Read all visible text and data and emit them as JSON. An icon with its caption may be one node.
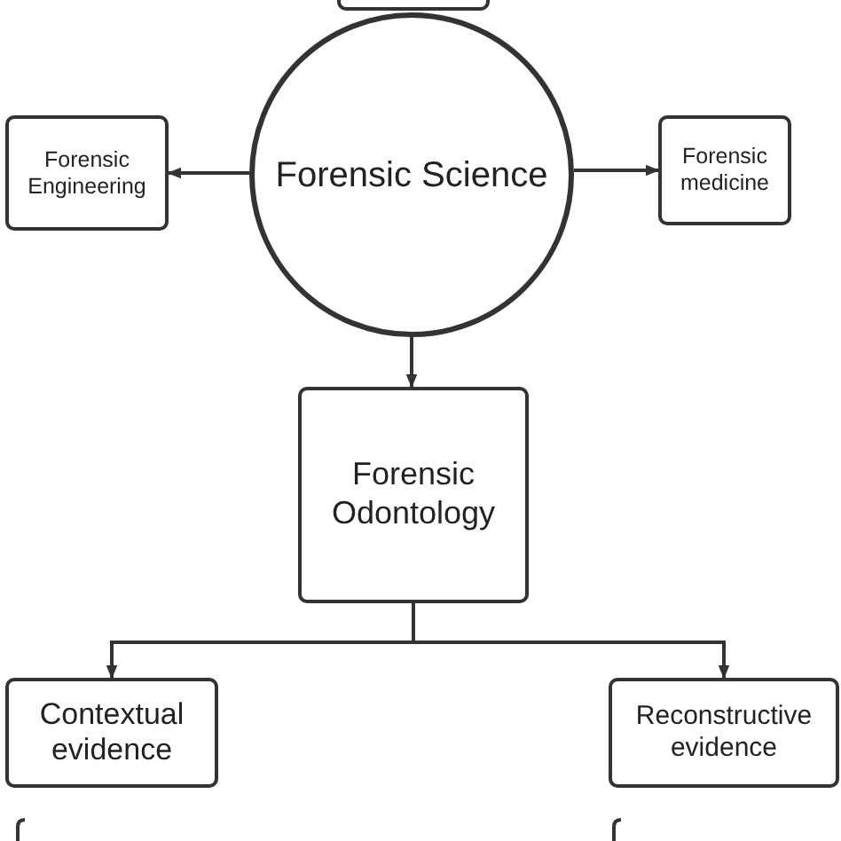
{
  "diagram": {
    "nodes": [
      {
        "text": [],
        "shape": "box"
      },
      {
        "text": [
          "Forensic Science"
        ]
      },
      {
        "text": [
          "Forensic Engineering"
        ]
      },
      {
        "text": [
          "Forensic medicine"
        ]
      },
      {
        "text": [
          "Forensic Odontology"
        ]
      },
      {
        "text": [
          "Contextual evidence"
        ]
      },
      {
        "text": [
          "Reconstructive evidence"
        ]
      }
    ],
    "edges": [
      {
        "from": 1,
        "to": 2,
        "arrow": "to"
      },
      {
        "from": 1,
        "to": 3,
        "arrow": "to"
      },
      {
        "from": 1,
        "to": 4,
        "arrow": "to"
      },
      {
        "from": 4,
        "to": 5,
        "arrow": "to"
      },
      {
        "from": 4,
        "to": 6,
        "arrow": "to"
      }
    ]
  }
}
